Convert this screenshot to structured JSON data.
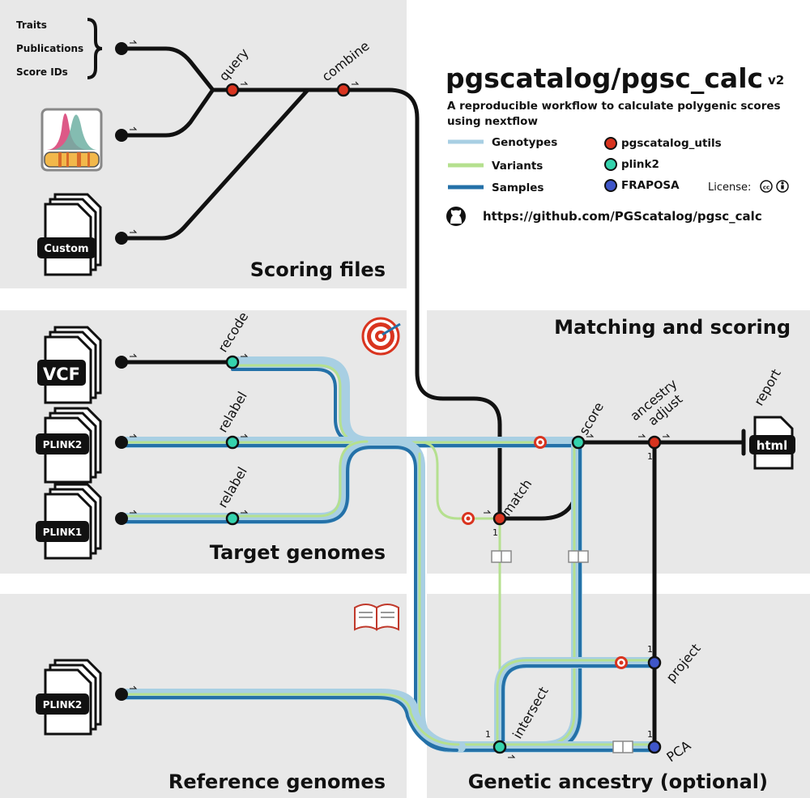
{
  "header": {
    "title": "pgscatalog/pgsc_calc",
    "version": "v2",
    "subtitle_line1": "A reproducible workflow to calculate polygenic scores",
    "subtitle_line2": "using nextflow",
    "url": "https://github.com/PGScatalog/pgsc_calc",
    "license_label": "License:"
  },
  "legend": {
    "lines": [
      {
        "label": "Genotypes",
        "color": "#a8cfe3"
      },
      {
        "label": "Variants",
        "color": "#b5e08f"
      },
      {
        "label": "Samples",
        "color": "#2471a8"
      }
    ],
    "tools": [
      {
        "label": "pgscatalog_utils",
        "color": "#d9341f"
      },
      {
        "label": "plink2",
        "color": "#35d3ad"
      },
      {
        "label": "FRAPOSA",
        "color": "#3f56c9"
      }
    ]
  },
  "panels": {
    "scoring": "Scoring files",
    "target": "Target genomes",
    "matching": "Matching and scoring",
    "reference": "Reference genomes",
    "ancestry": "Genetic ancestry (optional)"
  },
  "inputs": {
    "query_items": [
      "Traits",
      "Publications",
      "Score IDs"
    ],
    "custom_label": "Custom",
    "vcf_label": "VCF",
    "plink2_label": "PLINK2",
    "plink1_label": "PLINK1",
    "ref_plink2_label": "PLINK2"
  },
  "nodes": {
    "query": "query",
    "combine": "combine",
    "recode": "recode",
    "relabel_1": "relabel",
    "relabel_2": "relabel",
    "match": "match",
    "score": "score",
    "ancestry_adjust_1": "ancestry",
    "ancestry_adjust_2": "adjust",
    "report": "report",
    "html_label": "html",
    "project": "project",
    "pca": "PCA",
    "intersect": "intersect"
  },
  "markers": {
    "one": "1"
  },
  "colors": {
    "panel_bg": "#e8e8e8",
    "black_line": "#111111",
    "genotypes": "#a8cfe3",
    "variants": "#b5e08f",
    "samples": "#2471a8",
    "pgscatalog_utils": "#d9341f",
    "plink2": "#35d3ad",
    "fraposa": "#3f56c9"
  }
}
